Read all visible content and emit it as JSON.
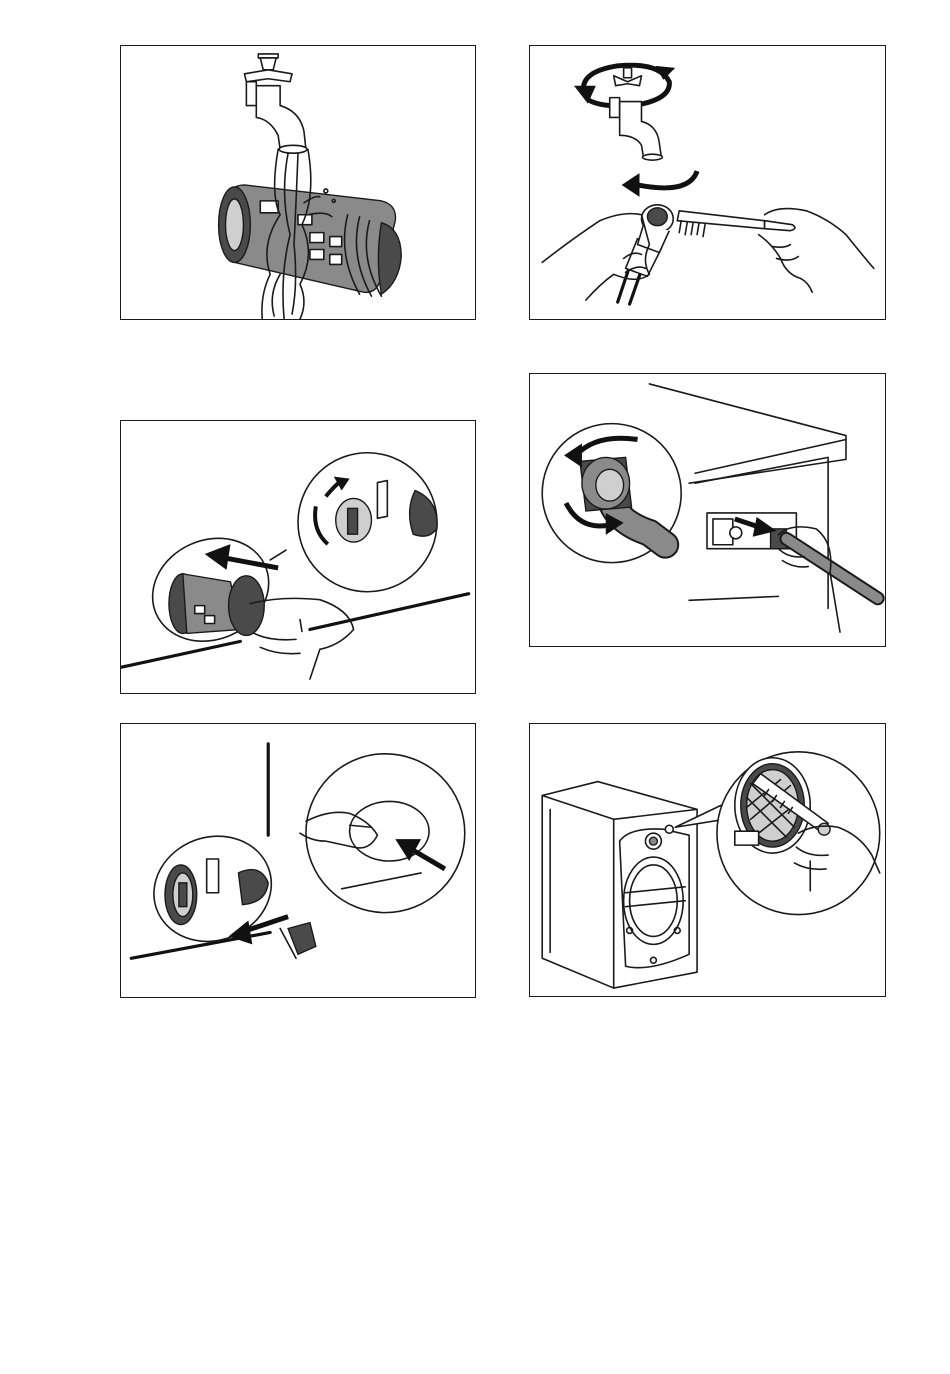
{
  "page": {
    "panels": [
      {
        "id": "rinse-filter-under-tap",
        "icons": [
          "tap-icon",
          "water-icon",
          "drain-filter-icon"
        ]
      },
      {
        "id": "brush-inlet-hose-filter",
        "icons": [
          "tap-icon",
          "rotate-arrow-icon",
          "hose-fitting-icon",
          "brush-icon",
          "hand-icon"
        ]
      },
      {
        "id": "unscrew-hose-at-machine",
        "icons": [
          "machine-top-icon",
          "hose-fitting-icon",
          "rotate-arrow-icon",
          "pull-arrow-icon",
          "hand-icon"
        ]
      },
      {
        "id": "remove-drain-filter",
        "icons": [
          "drain-filter-icon",
          "rotate-arrow-icon",
          "pull-arrow-icon",
          "hand-icon"
        ]
      },
      {
        "id": "refit-drain-filter",
        "icons": [
          "drain-filter-icon",
          "push-arrow-icon",
          "hand-icon"
        ]
      },
      {
        "id": "clean-inlet-filter-in-machine",
        "icons": [
          "washing-machine-icon",
          "mesh-filter-icon",
          "brush-icon",
          "hand-icon"
        ]
      }
    ],
    "colors": {
      "line": "#1a1a1a",
      "shade": "#8a8a8a",
      "dark": "#4a4a4a",
      "background": "#ffffff"
    }
  }
}
